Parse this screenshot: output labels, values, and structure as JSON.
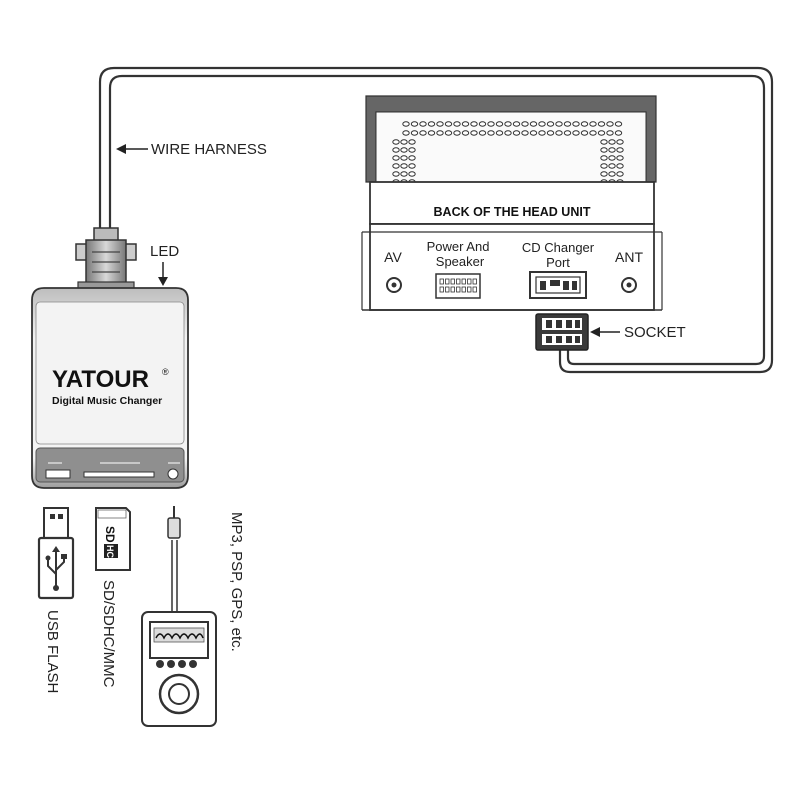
{
  "labels": {
    "wire_harness": "WIRE HARNESS",
    "led": "LED",
    "back_of_head_unit": "BACK OF THE HEAD UNIT",
    "av": "AV",
    "power_and_speaker_line1": "Power And",
    "power_and_speaker_line2": "Speaker",
    "cd_changer_line1": "CD Changer",
    "cd_changer_line2": "Port",
    "ant": "ANT",
    "socket": "SOCKET"
  },
  "device": {
    "brand": "YATOUR",
    "registered_mark": "®",
    "model": "Digital Music Changer"
  },
  "media": {
    "usb": "USB FLASH",
    "sd": "SD/SDHC/MMC",
    "players": "MP3, PSP, GPS, etc."
  },
  "colors": {
    "line": "#333333",
    "panel_fill": "#ffffff",
    "device_fill": "#ececec",
    "device_dark": "#9a9a9a",
    "socket_fill": "#3a3a3a"
  }
}
